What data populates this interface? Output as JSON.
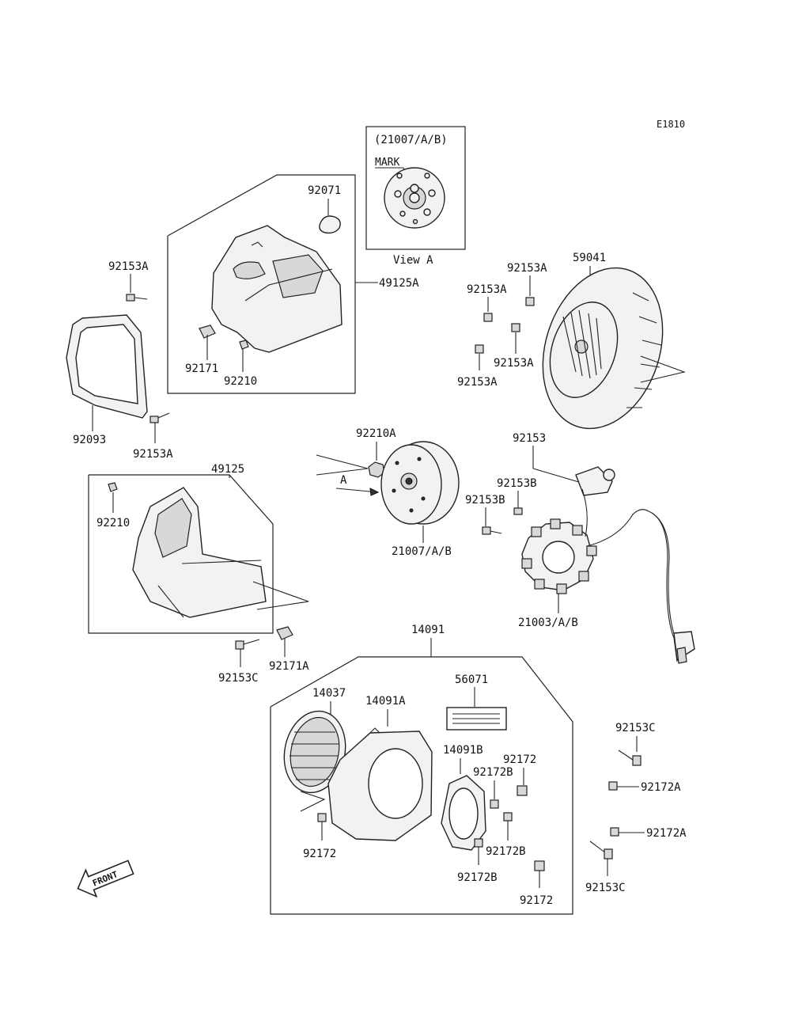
{
  "diagram": {
    "code": "E1810",
    "view_box_title": "(21007/A/B)",
    "view_box_mark": "MARK",
    "view_box_caption": "View A",
    "arrow_label": "A",
    "front_label": "FRONT",
    "labels": {
      "p92071": "92071",
      "p92153A_1": "92153A",
      "p49125A": "49125A",
      "p92153A_2": "92153A",
      "p59041": "59041",
      "p92153A_3": "92153A",
      "p92153A_4": "92153A",
      "p92153A_5": "92153A",
      "p92171": "92171",
      "p92210": "92210",
      "p92093": "92093",
      "p92153A_6": "92153A",
      "p92210A": "92210A",
      "p92153": "92153",
      "p49125": "49125",
      "p92153B_1": "92153B",
      "p92153B_2": "92153B",
      "p92210_2": "92210",
      "p21007": "21007/A/B",
      "p21003": "21003/A/B",
      "p14091": "14091",
      "p92153C_1": "92153C",
      "p92171A": "92171A",
      "p56071": "56071",
      "p14037": "14037",
      "p14091A": "14091A",
      "p14091B": "14091B",
      "p92172_1": "92172",
      "p92172B_1": "92172B",
      "p92153C_2": "92153C",
      "p92172A_1": "92172A",
      "p92172A_2": "92172A",
      "p92172_2": "92172",
      "p92172B_2": "92172B",
      "p92172B_3": "92172B",
      "p92172_3": "92172",
      "p92153C_3": "92153C"
    }
  }
}
